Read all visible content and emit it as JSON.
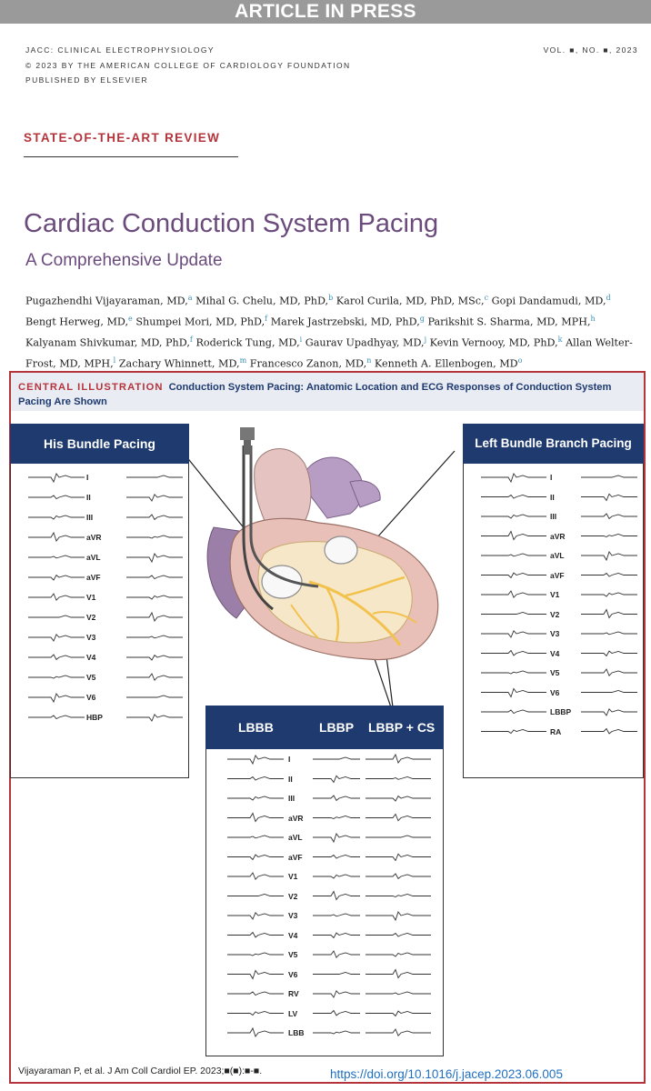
{
  "banner": "ARTICLE IN PRESS",
  "journal": {
    "line1": "JACC: CLINICAL ELECTROPHYSIOLOGY",
    "line2": "© 2023 BY THE AMERICAN COLLEGE OF CARDIOLOGY FOUNDATION",
    "line3": "PUBLISHED BY ELSEVIER",
    "volume": "VOL. ■, NO. ■, 2023"
  },
  "section_label": "STATE-OF-THE-ART REVIEW",
  "title": "Cardiac Conduction System Pacing",
  "subtitle": "A Comprehensive Update",
  "authors": [
    {
      "name": "Pugazhendhi Vijayaraman, MD,",
      "sup": "a"
    },
    {
      "name": "Mihal G. Chelu, MD, PhD,",
      "sup": "b"
    },
    {
      "name": "Karol Curila, MD, PhD, MSc,",
      "sup": "c"
    },
    {
      "name": "Gopi Dandamudi, MD,",
      "sup": "d"
    },
    {
      "name": "Bengt Herweg, MD,",
      "sup": "e"
    },
    {
      "name": "Shumpei Mori, MD, PhD,",
      "sup": "f"
    },
    {
      "name": "Marek Jastrzebski, MD, PhD,",
      "sup": "g"
    },
    {
      "name": "Parikshit S. Sharma, MD, MPH,",
      "sup": "h"
    },
    {
      "name": "Kalyanam Shivkumar, MD, PhD,",
      "sup": "f"
    },
    {
      "name": "Roderick Tung, MD,",
      "sup": "i"
    },
    {
      "name": "Gaurav Upadhyay, MD,",
      "sup": "j"
    },
    {
      "name": "Kevin Vernooy, MD, PhD,",
      "sup": "k"
    },
    {
      "name": "Allan Welter-Frost, MD, MPH,",
      "sup": "l"
    },
    {
      "name": "Zachary Whinnett, MD,",
      "sup": "m"
    },
    {
      "name": "Francesco Zanon, MD,",
      "sup": "n"
    },
    {
      "name": "Kenneth A. Ellenbogen, MD",
      "sup": "o"
    }
  ],
  "central_illustration": {
    "label": "CENTRAL ILLUSTRATION",
    "caption": "Conduction System Pacing: Anatomic Location and ECG Responses of Conduction System Pacing Are Shown",
    "his_panel": {
      "title": "His Bundle Pacing",
      "leads": [
        "I",
        "II",
        "III",
        "aVR",
        "aVL",
        "aVF",
        "V1",
        "V2",
        "V3",
        "V4",
        "V5",
        "V6",
        "HBP"
      ]
    },
    "lbbp_panel": {
      "title": "Left Bundle Branch Pacing",
      "leads": [
        "I",
        "II",
        "III",
        "aVR",
        "aVL",
        "aVF",
        "V1",
        "V2",
        "V3",
        "V4",
        "V5",
        "V6",
        "LBBP",
        "RA"
      ]
    },
    "bottom_panel": {
      "titles": [
        "LBBB",
        "LBBP",
        "LBBP + CS"
      ],
      "leads": [
        "I",
        "II",
        "III",
        "aVR",
        "aVL",
        "aVF",
        "V1",
        "V2",
        "V3",
        "V4",
        "V5",
        "V6",
        "RV",
        "LV",
        "LBB"
      ]
    }
  },
  "footer": {
    "citation": "Vijayaraman P, et al. J Am Coll Cardiol EP. 2023;■(■):■-■.",
    "doi": "https://doi.org/10.1016/j.jacep.2023.06.005"
  },
  "colors": {
    "brand_red": "#b5343b",
    "title_purple": "#6b4b7c",
    "panel_navy": "#1e3a6e",
    "link_blue": "#1f6fc0"
  }
}
